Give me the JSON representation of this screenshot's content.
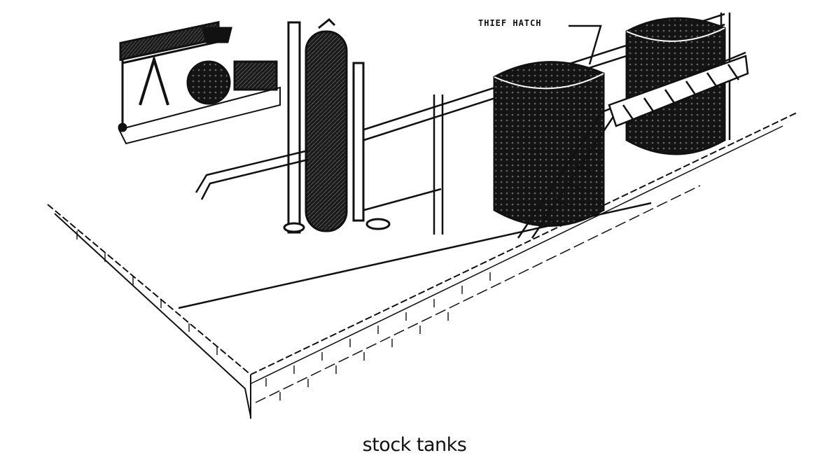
{
  "diagram": {
    "callout_label": "THIEF HATCH",
    "caption": "stock tanks",
    "ink_color": "#111111",
    "paper_color": "#ffffff",
    "components": [
      {
        "name": "pumpjack",
        "shape": "pump-jack-icon"
      },
      {
        "name": "separator",
        "shape": "vertical-vessel"
      },
      {
        "name": "stock-tank",
        "count": 2,
        "shape": "cylindrical-tank"
      },
      {
        "name": "walkway",
        "shape": "truss-catwalk"
      },
      {
        "name": "firewall-berm",
        "shape": "brick-berm"
      }
    ]
  }
}
